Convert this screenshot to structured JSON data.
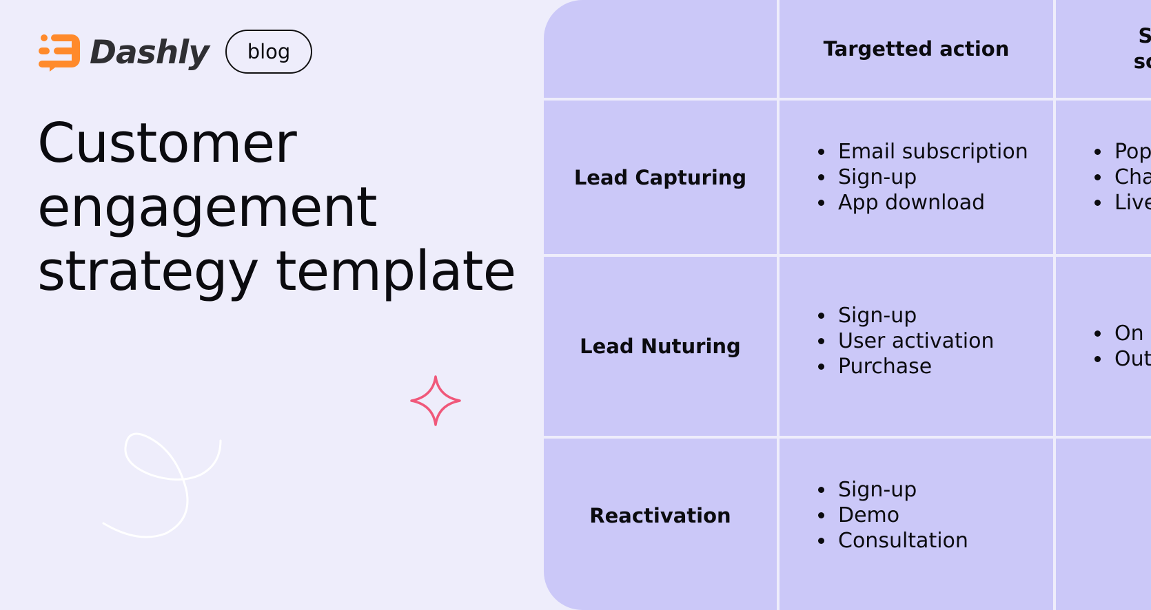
{
  "brand": {
    "name": "Dashly",
    "tag": "blog",
    "accent": "#ff8a2b"
  },
  "title": {
    "lines": [
      "Customer",
      "engagement",
      "strategy template"
    ]
  },
  "colors": {
    "background": "#eeedfb",
    "panel": "#cbc8f8",
    "star": "#f0587a"
  },
  "table": {
    "headers": [
      "",
      "Targetted action",
      "S",
      "sc"
    ],
    "rows": [
      {
        "label": "Lead Capturing",
        "actions": [
          "Email subscription",
          "Sign-up",
          "App download"
        ],
        "tools": [
          "Pop",
          "Cha",
          "Live"
        ]
      },
      {
        "label": "Lead Nuturing",
        "actions": [
          "Sign-up",
          "User activation",
          "Purchase"
        ],
        "tools": [
          "On v",
          "Out"
        ]
      },
      {
        "label": "Reactivation",
        "actions": [
          "Sign-up",
          "Demo",
          "Consultation"
        ],
        "tools": []
      }
    ]
  }
}
